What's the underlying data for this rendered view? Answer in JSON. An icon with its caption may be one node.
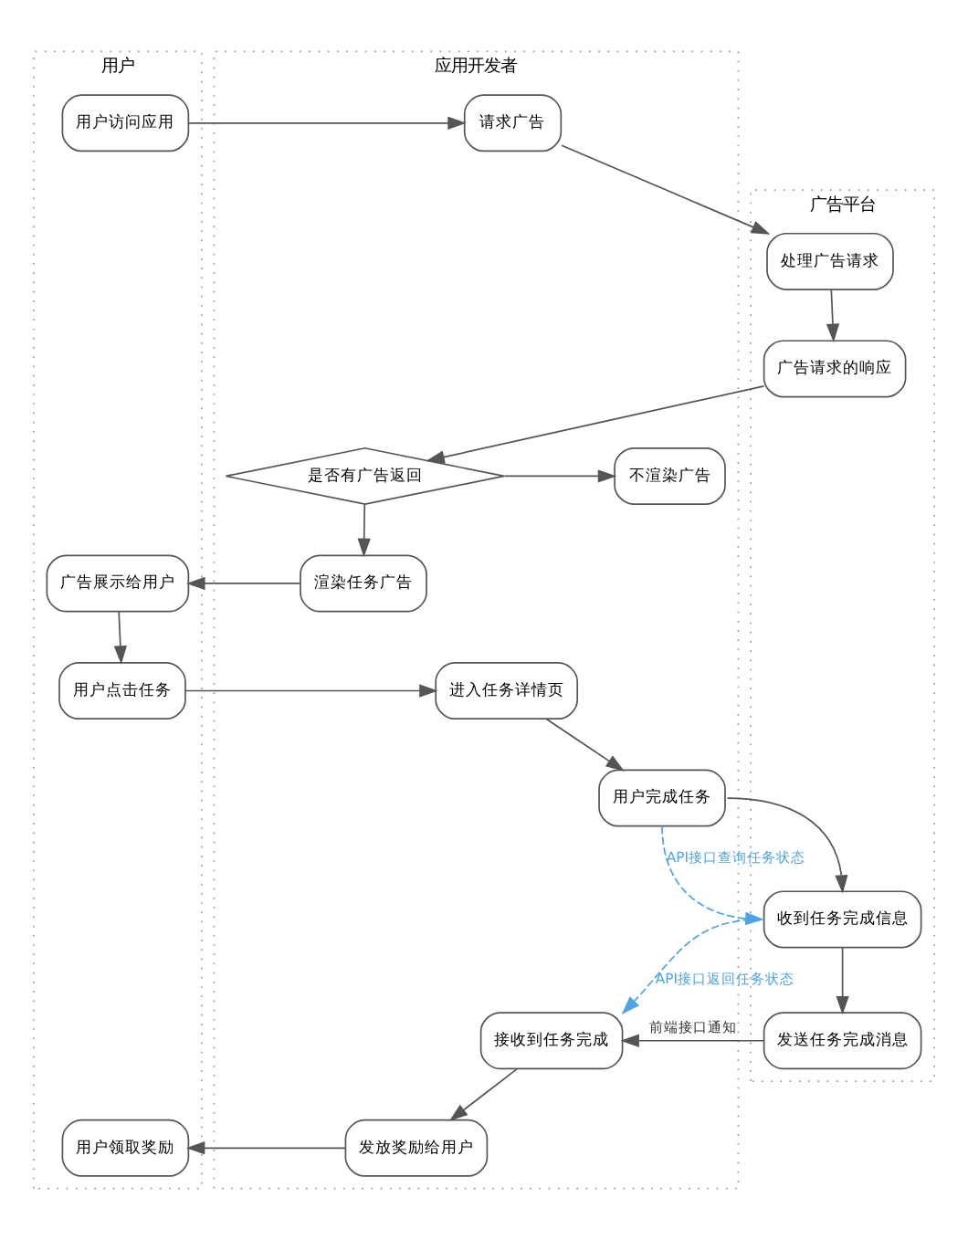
{
  "diagram": {
    "nodes": [
      {
        "text": [
          "用户"
        ]
      },
      {
        "text": [
          "应用开发者"
        ]
      },
      {
        "text": [
          "广告平台"
        ]
      },
      {
        "text": [
          "用户访问应用"
        ],
        "in": 0
      },
      {
        "text": [
          "请求广告"
        ],
        "in": 1
      },
      {
        "text": [
          "处理广告请求"
        ],
        "in": 2
      },
      {
        "text": [
          "不渲染广告"
        ],
        "in": 1
      },
      {
        "text": [
          "是否有广告返回"
        ],
        "in": 1
      },
      {
        "text": [
          "广告请求的响应"
        ],
        "in": 2
      },
      {
        "text": [
          "广告展示给用户"
        ],
        "in": 0
      },
      {
        "text": [
          "渲染任务广告"
        ],
        "in": 1
      },
      {
        "text": [
          "用户点击任务"
        ],
        "in": 0
      },
      {
        "text": [
          "进入任务详情页"
        ],
        "in": 1
      },
      {
        "text": [
          "用户完成任务"
        ],
        "in": 1
      },
      {
        "text": [
          "收到任务完成信息"
        ],
        "in": 2
      },
      {
        "text": [
          "接收到任务完成"
        ],
        "in": 1
      },
      {
        "text": [
          "发送任务完成消息"
        ],
        "in": 2
      },
      {
        "text": [
          "用户领取奖励"
        ],
        "in": 0
      },
      {
        "text": [
          "发放奖励给用户"
        ],
        "in": 1
      }
    ],
    "edges": [
      {
        "from": 3,
        "to": 4,
        "arrow": "to"
      },
      {
        "from": 4,
        "to": 5,
        "arrow": "to"
      },
      {
        "from": 5,
        "to": 8,
        "arrow": "to"
      },
      {
        "from": 8,
        "to": 7,
        "arrow": "to"
      },
      {
        "from": 7,
        "to": 6,
        "arrow": "to"
      },
      {
        "from": 7,
        "to": 10,
        "arrow": "to"
      },
      {
        "from": 10,
        "to": 9,
        "arrow": "to"
      },
      {
        "from": 9,
        "to": 11,
        "arrow": "to"
      },
      {
        "from": 11,
        "to": 12,
        "arrow": "to"
      },
      {
        "from": 12,
        "to": 13,
        "arrow": "to"
      },
      {
        "from": 13,
        "to": 14,
        "arrow": "to"
      },
      {
        "from": 13,
        "to": 14,
        "arrow": "to",
        "label": "API接口查询任务状态",
        "style": "dashed",
        "color": "#4da3e6"
      },
      {
        "from": 14,
        "to": 15,
        "arrow": "to",
        "label": "API接口返回任务状态",
        "style": "dashed",
        "color": "#4da3e6"
      },
      {
        "from": 14,
        "to": 16,
        "arrow": "to"
      },
      {
        "from": 16,
        "to": 15,
        "arrow": "to",
        "label": "前端接口通知"
      },
      {
        "from": 15,
        "to": 18,
        "arrow": "to"
      },
      {
        "from": 18,
        "to": 17,
        "arrow": "to"
      }
    ]
  }
}
